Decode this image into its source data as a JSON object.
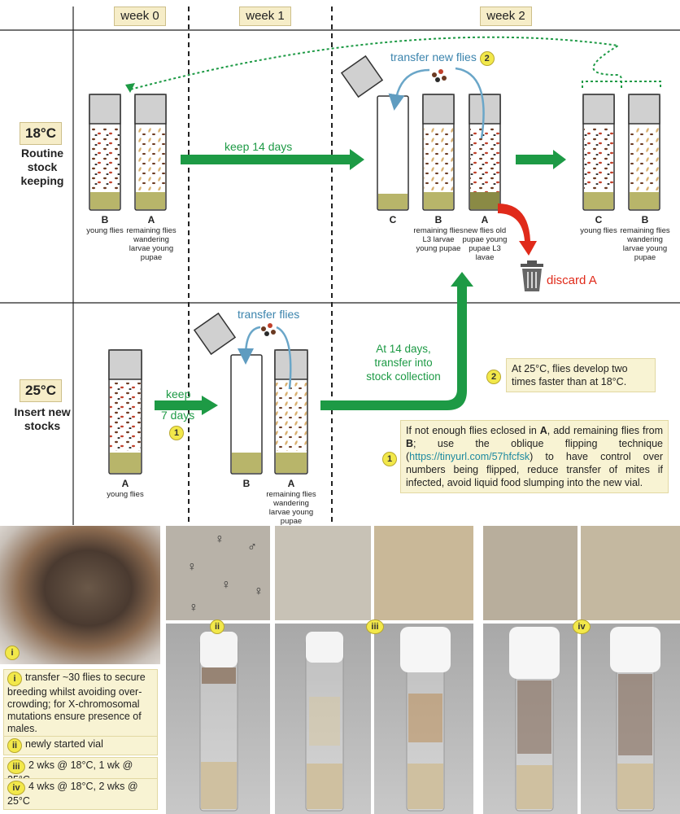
{
  "headers": {
    "week0": "week 0",
    "week1": "week 1",
    "week2": "week 2"
  },
  "rows": {
    "row18": {
      "temp": "18°C",
      "title": "Routine stock keeping"
    },
    "row25": {
      "temp": "25°C",
      "title": "Insert new stocks"
    }
  },
  "vials": {
    "r1_B": {
      "letter": "B",
      "caption": "young flies"
    },
    "r1_A": {
      "letter": "A",
      "caption": "remaining flies wandering larvae young pupae"
    },
    "r1_C2": {
      "letter": "C",
      "caption": ""
    },
    "r1_B2": {
      "letter": "B",
      "caption": "remaining flies L3 larvae young pupae"
    },
    "r1_A2": {
      "letter": "A",
      "caption": "new flies old pupae young pupae L3 lavae"
    },
    "r1_C3": {
      "letter": "C",
      "caption": "young flies"
    },
    "r1_B3": {
      "letter": "B",
      "caption": "remaining flies wandering larvae young pupae"
    },
    "r2_A": {
      "letter": "A",
      "caption": "young flies"
    },
    "r2_B": {
      "letter": "B",
      "caption": ""
    },
    "r2_A2": {
      "letter": "A",
      "caption": "remaining flies wandering larvae young pupae"
    }
  },
  "arrows": {
    "keep14": "keep 14 days",
    "keep7a": "keep",
    "keep7b": "7 days",
    "transferNew": "transfer new flies",
    "transfer": "transfer flies",
    "at14a": "At 14 days,",
    "at14b": "transfer into",
    "at14c": "stock collection",
    "discard": "discard A"
  },
  "notes": {
    "two": "At 25°C, flies develop two times faster than at 18°C.",
    "one_pre": "If not enough flies eclosed in ",
    "one_A": "A",
    "one_mid": ", add remaining flies from ",
    "one_B": "B",
    "one_post": "; use the oblique flipping technique (",
    "one_link": "https://tinyurl.com/57hfcfsk",
    "one_end": ") to have control over numbers being flipped, reduce transfer of mites if infected, avoid liquid food slumping into the new vial."
  },
  "badges": {
    "one": "1",
    "two": "2",
    "i": "i",
    "ii": "ii",
    "iii": "iii",
    "iv": "iv"
  },
  "legend": {
    "i": "transfer ~30 flies to secure breeding whilst avoiding over-crowding; for X-chromosomal mutations ensure presence of males.",
    "ii": "newly started vial",
    "iii": "2 wks @ 18°C, 1 wk @ 25°C",
    "iv": "4 wks @ 18°C, 2 wks @ 25°C"
  },
  "symbols": {
    "female": "♀",
    "male": "♂"
  },
  "colors": {
    "green": "#1d9a45",
    "red": "#e02a1a",
    "blue": "#6aa6c8",
    "food": "#b8b56a",
    "note": "#f8f3d3",
    "badge": "#f2e84a"
  }
}
